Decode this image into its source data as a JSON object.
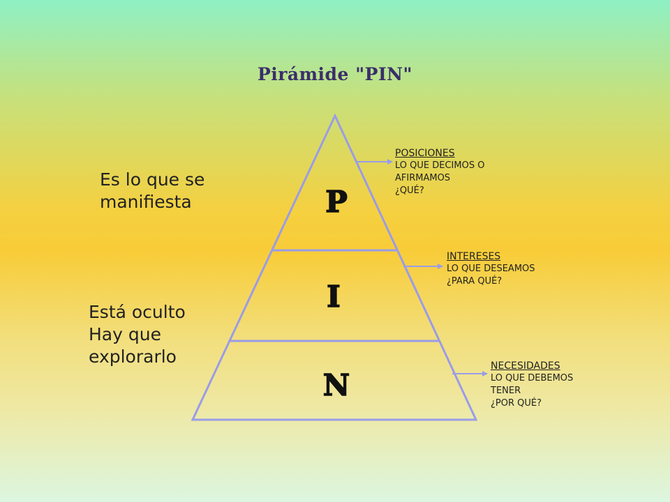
{
  "title": "Pirámide \"PIN\"",
  "pyramid": {
    "tiers": [
      {
        "letter": "P"
      },
      {
        "letter": "I"
      },
      {
        "letter": "N"
      }
    ]
  },
  "left_notes": {
    "top": [
      "Es lo que se",
      "manifiesta"
    ],
    "bottom": [
      "Está oculto",
      "Hay que",
      "explorarlo"
    ]
  },
  "callouts": {
    "posiciones": {
      "heading": "POSICIONES",
      "lines": [
        "LO QUE DECIMOS O",
        "AFIRMAMOS",
        "¿QUÉ?"
      ]
    },
    "intereses": {
      "heading": "INTERESES",
      "lines": [
        "LO QUE DESEAMOS",
        "¿PARA QUÉ?"
      ]
    },
    "necesidades": {
      "heading": "NECESIDADES",
      "lines": [
        "LO QUE DEBEMOS",
        "TENER",
        "¿POR QUÉ?"
      ]
    }
  },
  "colors": {
    "pyramid_stroke": "#9a9ce8",
    "arrow": "#9a9ce8",
    "title": "#3a2e6a"
  }
}
